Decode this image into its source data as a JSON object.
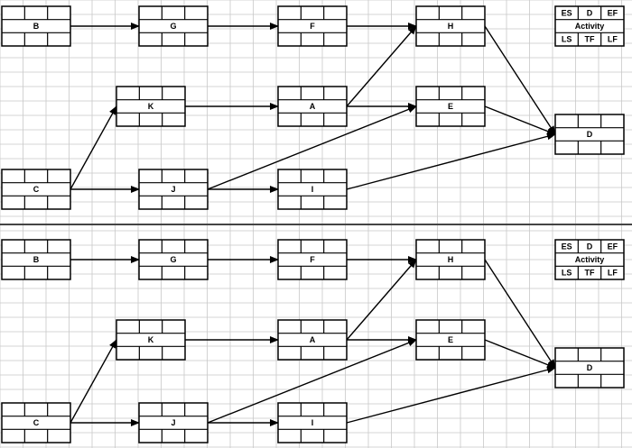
{
  "diagram": {
    "kind": "activity-on-node network",
    "colors": {
      "line": "#000000",
      "grid": "#c8c8c8",
      "divider": "#444444",
      "background": "#ffffff"
    },
    "legend": {
      "es": "ES",
      "d": "D",
      "ef": "EF",
      "activity": "Activity",
      "ls": "LS",
      "tf": "TF",
      "lf": "LF"
    },
    "panels": [
      {
        "nodes": [
          {
            "id": "B",
            "label": "B"
          },
          {
            "id": "G",
            "label": "G"
          },
          {
            "id": "F",
            "label": "F"
          },
          {
            "id": "H",
            "label": "H"
          },
          {
            "id": "K",
            "label": "K"
          },
          {
            "id": "A",
            "label": "A"
          },
          {
            "id": "E",
            "label": "E"
          },
          {
            "id": "D",
            "label": "D"
          },
          {
            "id": "C",
            "label": "C"
          },
          {
            "id": "J",
            "label": "J"
          },
          {
            "id": "I",
            "label": "I"
          }
        ],
        "edges": [
          {
            "from": "B",
            "to": "G"
          },
          {
            "from": "G",
            "to": "F"
          },
          {
            "from": "F",
            "to": "H"
          },
          {
            "from": "H",
            "to": "D"
          },
          {
            "from": "K",
            "to": "A"
          },
          {
            "from": "A",
            "to": "H"
          },
          {
            "from": "A",
            "to": "E"
          },
          {
            "from": "E",
            "to": "D"
          },
          {
            "from": "C",
            "to": "K"
          },
          {
            "from": "C",
            "to": "J"
          },
          {
            "from": "J",
            "to": "E"
          },
          {
            "from": "J",
            "to": "I"
          },
          {
            "from": "I",
            "to": "D"
          }
        ]
      },
      {
        "nodes": [
          {
            "id": "B",
            "label": "B"
          },
          {
            "id": "G",
            "label": "G"
          },
          {
            "id": "F",
            "label": "F"
          },
          {
            "id": "H",
            "label": "H"
          },
          {
            "id": "K",
            "label": "K"
          },
          {
            "id": "A",
            "label": "A"
          },
          {
            "id": "E",
            "label": "E"
          },
          {
            "id": "D",
            "label": "D"
          },
          {
            "id": "C",
            "label": "C"
          },
          {
            "id": "J",
            "label": "J"
          },
          {
            "id": "I",
            "label": "I"
          }
        ],
        "edges": [
          {
            "from": "B",
            "to": "G"
          },
          {
            "from": "G",
            "to": "F"
          },
          {
            "from": "F",
            "to": "H"
          },
          {
            "from": "H",
            "to": "D"
          },
          {
            "from": "K",
            "to": "A"
          },
          {
            "from": "A",
            "to": "H"
          },
          {
            "from": "A",
            "to": "E"
          },
          {
            "from": "E",
            "to": "D"
          },
          {
            "from": "C",
            "to": "K"
          },
          {
            "from": "C",
            "to": "J"
          },
          {
            "from": "J",
            "to": "E"
          },
          {
            "from": "J",
            "to": "I"
          },
          {
            "from": "I",
            "to": "D"
          }
        ]
      }
    ]
  }
}
